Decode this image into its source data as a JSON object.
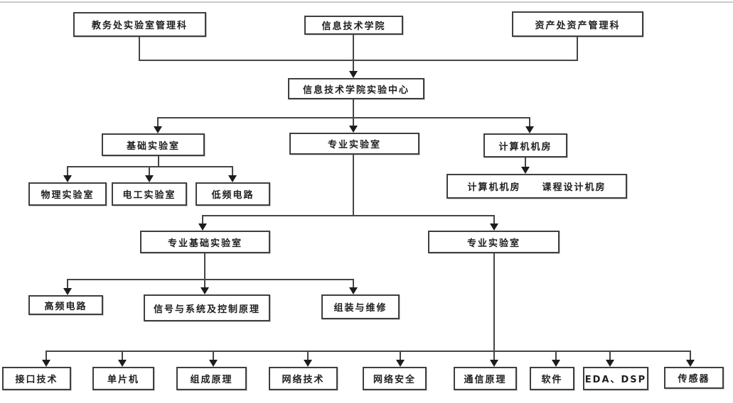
{
  "diagram": {
    "type": "organization-flowchart",
    "language": "zh-CN",
    "colors": {
      "background": "#ffffff",
      "box_border": "#3f3f3f",
      "line": "#454545",
      "arrow": "#1d1d1d",
      "text": "#1f1f1f",
      "top_edge": "#cbcbcb"
    },
    "nodes": {
      "jiaowu": {
        "label": "教务处实验室管理科"
      },
      "xueyuan": {
        "label": "信息技术学院"
      },
      "zichan": {
        "label": "资产处资产管理科"
      },
      "center": {
        "label": "信息技术学院实验中心"
      },
      "jichu": {
        "label": "基础实验室"
      },
      "zhuanye1": {
        "label": "专业实验室"
      },
      "jifang": {
        "label": "计算机机房"
      },
      "wuli": {
        "label": "物理实验室"
      },
      "diangong": {
        "label": "电工实验室"
      },
      "dipin": {
        "label": "低频电路"
      },
      "jifang_detail": {
        "label1": "计算机机房",
        "label2": "课程设计机房"
      },
      "zhuan_jichu": {
        "label": "专业基础实验室"
      },
      "zhuanye2": {
        "label": "专业实验室"
      },
      "gaopin": {
        "label": "高频电路"
      },
      "xinhao": {
        "label": "信号与系统及控制原理"
      },
      "zuzhuang": {
        "label": "组装与维修"
      },
      "jiekou": {
        "label": "接口技术"
      },
      "danpianji": {
        "label": "单片机"
      },
      "zucheng": {
        "label": "组成原理"
      },
      "wangluo_jishu": {
        "label": "网络技术"
      },
      "wangluo_anquan": {
        "label": "网络安全"
      },
      "tongxin": {
        "label": "通信原理"
      },
      "ruanjian": {
        "label": "软件"
      },
      "eda_dsp": {
        "label": "EDA、DSP"
      },
      "chuanganqi": {
        "label": "传感器"
      }
    },
    "edges": [
      [
        "教务处实验室管理科",
        "信息技术学院实验中心"
      ],
      [
        "信息技术学院",
        "信息技术学院实验中心"
      ],
      [
        "资产处资产管理科",
        "信息技术学院实验中心"
      ],
      [
        "信息技术学院实验中心",
        "基础实验室"
      ],
      [
        "信息技术学院实验中心",
        "专业实验室"
      ],
      [
        "信息技术学院实验中心",
        "计算机机房"
      ],
      [
        "基础实验室",
        "物理实验室"
      ],
      [
        "基础实验室",
        "电工实验室"
      ],
      [
        "基础实验室",
        "低频电路"
      ],
      [
        "计算机机房",
        "计算机机房 课程设计机房"
      ],
      [
        "专业实验室",
        "专业基础实验室"
      ],
      [
        "专业实验室",
        "专业实验室(二级)"
      ],
      [
        "专业基础实验室",
        "高频电路"
      ],
      [
        "专业基础实验室",
        "信号与系统及控制原理"
      ],
      [
        "专业基础实验室",
        "组装与维修"
      ],
      [
        "专业实验室(二级)",
        "接口技术"
      ],
      [
        "专业实验室(二级)",
        "单片机"
      ],
      [
        "专业实验室(二级)",
        "组成原理"
      ],
      [
        "专业实验室(二级)",
        "网络技术"
      ],
      [
        "专业实验室(二级)",
        "网络安全"
      ],
      [
        "专业实验室(二级)",
        "通信原理"
      ],
      [
        "专业实验室(二级)",
        "软件"
      ],
      [
        "专业实验室(二级)",
        "EDA、DSP"
      ],
      [
        "专业实验室(二级)",
        "传感器"
      ]
    ]
  }
}
